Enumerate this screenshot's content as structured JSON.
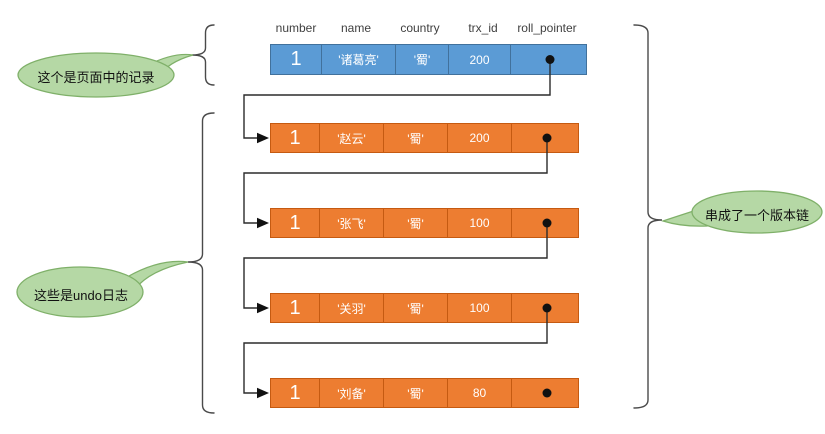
{
  "diagram": {
    "headers": [
      "number",
      "name",
      "country",
      "trx_id",
      "roll_pointer"
    ],
    "record_row": {
      "number": "1",
      "name": "'诸葛亮'",
      "country": "'蜀'",
      "trx_id": "200"
    },
    "undo_rows": [
      {
        "number": "1",
        "name": "'赵云'",
        "country": "'蜀'",
        "trx_id": "200"
      },
      {
        "number": "1",
        "name": "'张飞'",
        "country": "'蜀'",
        "trx_id": "100"
      },
      {
        "number": "1",
        "name": "'关羽'",
        "country": "'蜀'",
        "trx_id": "100"
      },
      {
        "number": "1",
        "name": "'刘备'",
        "country": "'蜀'",
        "trx_id": "80"
      }
    ],
    "callouts": {
      "page_record": "这个是页面中的记录",
      "undo_logs": "这些是undo日志",
      "version_chain": "串成了一个版本链"
    },
    "colors": {
      "record_row_fill": "#5B9BD5",
      "record_row_border": "#41719C",
      "undo_row_fill": "#ED7D31",
      "undo_row_border": "#C55A11",
      "callout_fill": "#B5D8A5",
      "callout_border": "#7FB069",
      "connector_line": "#2B2B2B",
      "brace_line": "#4A4A4A"
    }
  }
}
